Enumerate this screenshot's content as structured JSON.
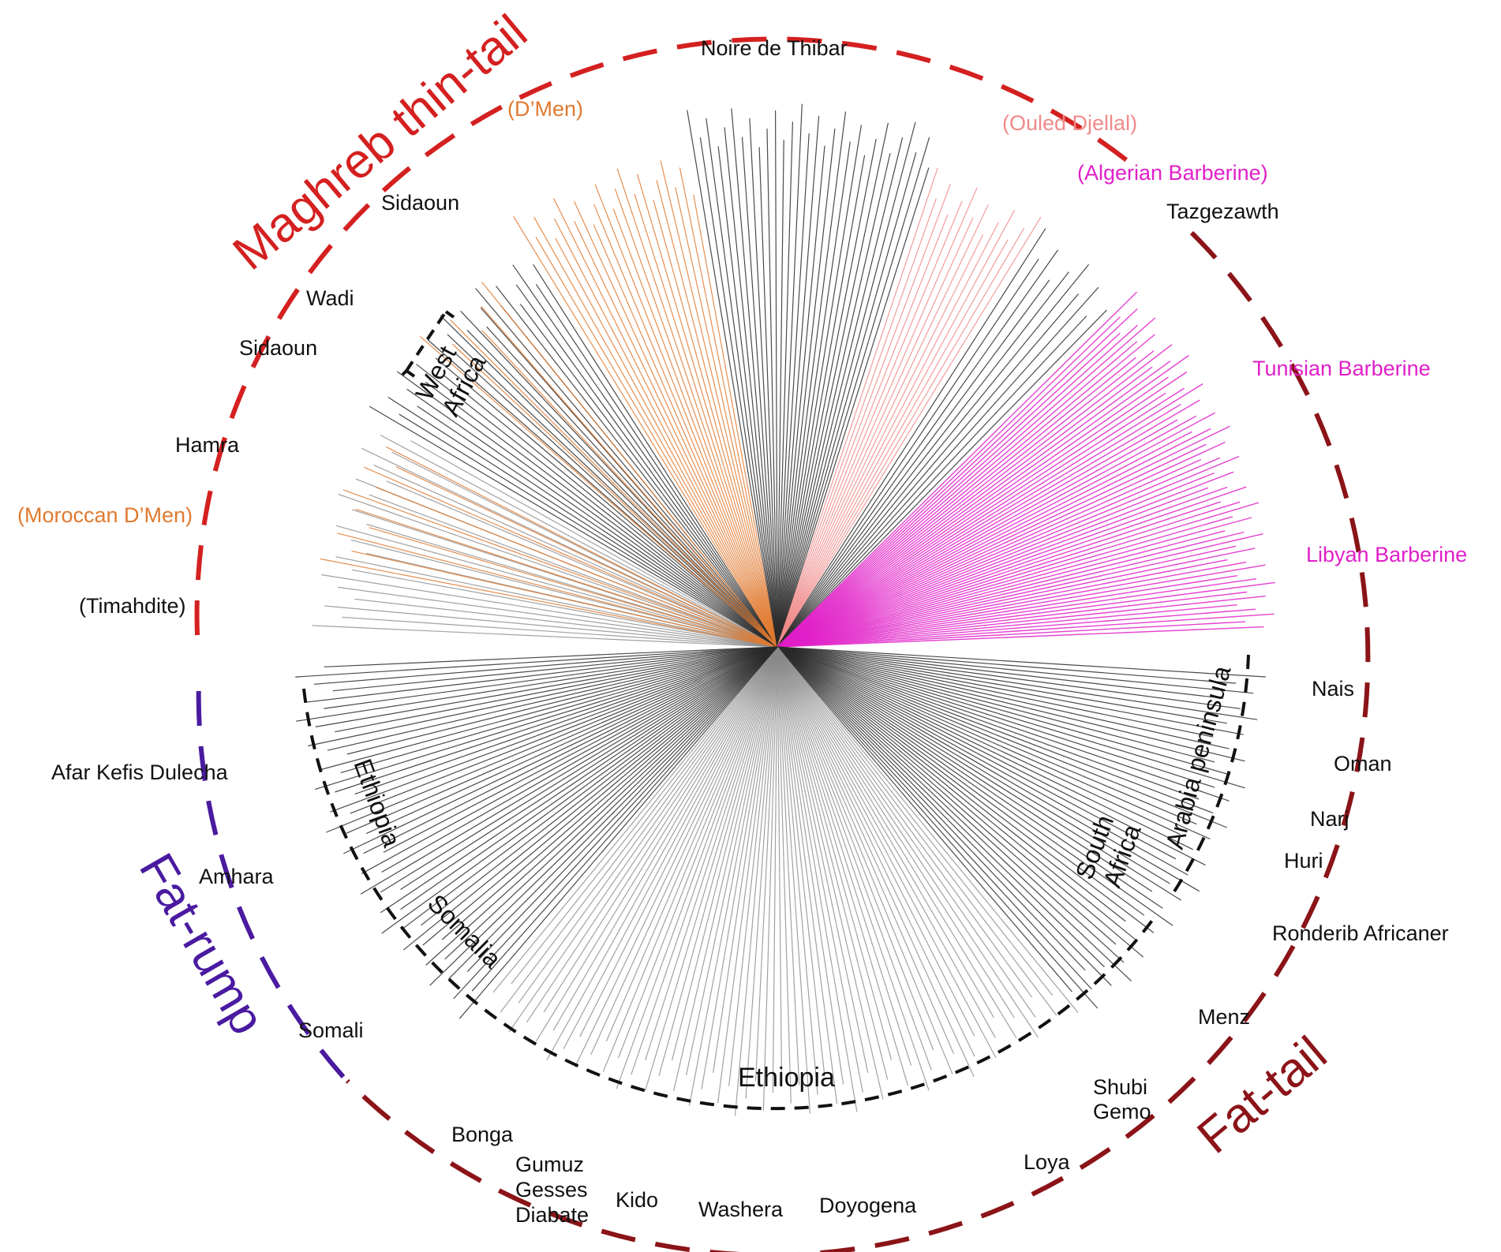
{
  "colors": {
    "maghreb_arc": "#d42020",
    "fattail_arc": "#8b1418",
    "fatrump_arc": "#4a1aa0",
    "branch_grey": "#8a8a8a",
    "branch_dark": "#2a2a2a",
    "orange": "#e07a30",
    "pink_light": "#f08a8a",
    "magenta": "#e020c8",
    "black": "#111111"
  },
  "groups": {
    "maghreb": "Maghreb thin-tail",
    "fat_tail": "Fat-tail",
    "fat_rump": "Fat-rump"
  },
  "regions": {
    "west_africa_1": "West",
    "west_africa_2": "Africa",
    "ethiopia_left": "Ethiopia",
    "somalia": "Somalia",
    "ethiopia_bottom": "Ethiopia",
    "south_africa_1": "South",
    "south_africa_2": "Africa",
    "arabia": "Arabia peninsula"
  },
  "breeds": {
    "noire_de_thibar": "Noire de Thibar",
    "dmen": "(D’Men)",
    "ouled_djellal": "(Ouled Djellal)",
    "algerian_barberine": "(Algerian Barberine)",
    "tazgezawth": "Tazgezawth",
    "sidaoun_top": "Sidaoun",
    "wadi": "Wadi",
    "sidaoun_mid": "Sidaoun",
    "hamra": "Hamra",
    "moroccan_dmen": "(Moroccan D’Men)",
    "timahdite": "(Timahdite)",
    "tunisian_barberine": "Tunisian Barberine",
    "libyan_barberine": "Libyan Barberine",
    "nais": "Nais",
    "oman": "Oman",
    "narj": "Narj",
    "huri": "Huri",
    "ronderib": "Ronderib Africaner",
    "menz": "Menz",
    "shubi": "Shubi",
    "gemo": "Gemo",
    "loya": "Loya",
    "doyogena": "Doyogena",
    "washera": "Washera",
    "kido": "Kido",
    "gumuz": "Gumuz",
    "gesses": "Gesses",
    "diabate": "Diabate",
    "bonga": "Bonga",
    "somali": "Somali",
    "amhara": "Amhara",
    "afar_kefis_dulecha": "Afar Kefis Dulecha"
  }
}
